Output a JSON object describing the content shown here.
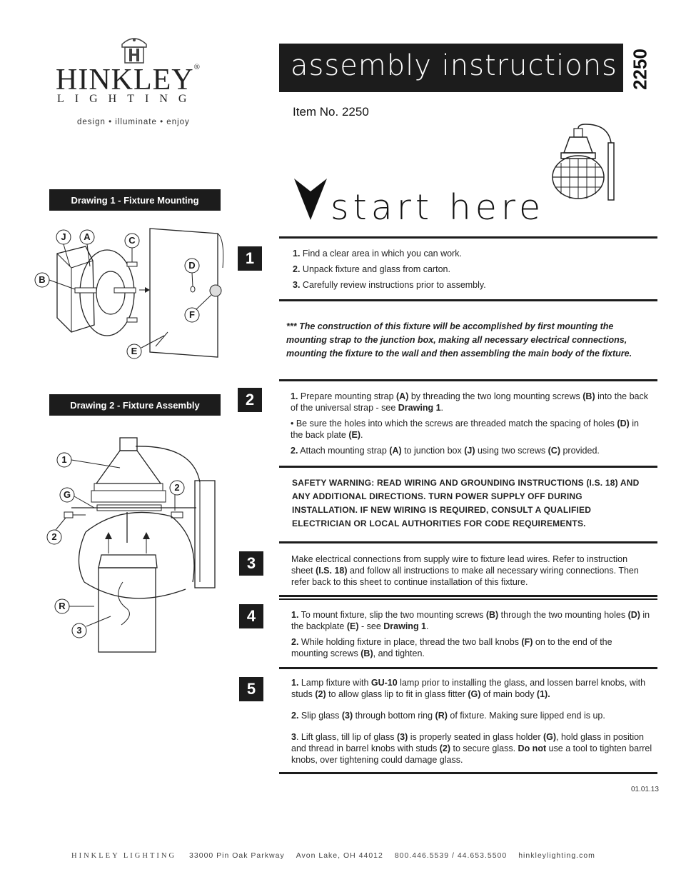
{
  "logo": {
    "name": "HINKLEY",
    "registered": "®",
    "sub": "LIGHTING",
    "tagline": "design • illuminate • enjoy"
  },
  "header": {
    "title": "assembly instructions",
    "item_vertical": "2250",
    "item_no": "Item No. 2250",
    "start_here": "start here"
  },
  "drawings": {
    "d1_label": "Drawing 1 - Fixture Mounting",
    "d2_label": "Drawing 2 - Fixture Assembly",
    "d1_callouts": [
      "J",
      "A",
      "C",
      "B",
      "D",
      "F",
      "E"
    ],
    "d2_callouts": [
      "1",
      "G",
      "2",
      "2",
      "R",
      "3"
    ]
  },
  "steps": {
    "s1": {
      "num": "1",
      "items": [
        {
          "n": "1.",
          "t": " Find a clear area in which you can work."
        },
        {
          "n": "2.",
          "t": " Unpack fixture and glass from carton."
        },
        {
          "n": "3.",
          "t": " Carefully review instructions prior to assembly."
        }
      ]
    },
    "note": "*** The construction of this fixture will be accomplished by first mounting the mounting strap to the junction box, making all necessary electrical connections, mounting the fixture to the wall and then assembling the main body of the fixture.",
    "s2": {
      "num": "2",
      "p1": [
        {
          "b": "1.",
          "t": " Prepare mounting strap "
        },
        {
          "b": "(A)",
          "t": " by threading the two long mounting screws "
        },
        {
          "b": "(B)",
          "t": " into the back of the universal strap - see "
        },
        {
          "b": "Drawing 1",
          "t": "."
        }
      ],
      "p2": [
        {
          "b": "",
          "t": "• Be sure the holes into which the screws are threaded match the spacing of holes "
        },
        {
          "b": "(D)",
          "t": " in the back plate "
        },
        {
          "b": "(E)",
          "t": "."
        }
      ],
      "p3": [
        {
          "b": "2.",
          "t": " Attach mounting strap "
        },
        {
          "b": "(A)",
          "t": " to junction box "
        },
        {
          "b": "(J)",
          "t": " using two screws "
        },
        {
          "b": "(C)",
          "t": " provided."
        }
      ]
    },
    "warning": "SAFETY WARNING: READ WIRING AND GROUNDING INSTRUCTIONS (I.S. 18) AND ANY ADDITIONAL DIRECTIONS. TURN POWER SUPPLY OFF DURING INSTALLATION. IF NEW WIRING IS REQUIRED, CONSULT A QUALIFIED ELECTRICIAN OR LOCAL AUTHORITIES FOR CODE REQUIREMENTS.",
    "s3": {
      "num": "3",
      "p1": [
        {
          "b": "",
          "t": "Make electrical connections from supply wire to fixture lead wires. Refer to instruction sheet "
        },
        {
          "b": "(I.S. 18)",
          "t": " and follow all instructions to make all necessary wiring connections. Then refer back to this sheet to continue installation of this fixture."
        }
      ]
    },
    "s4": {
      "num": "4",
      "p1": [
        {
          "b": "1.",
          "t": " To mount fixture, slip the two mounting screws "
        },
        {
          "b": "(B)",
          "t": " through the two mounting holes "
        },
        {
          "b": "(D)",
          "t": " in the backplate "
        },
        {
          "b": "(E)",
          "t": " - see "
        },
        {
          "b": "Drawing 1",
          "t": "."
        }
      ],
      "p2": [
        {
          "b": "2.",
          "t": " While holding fixture in place, thread the two ball knobs "
        },
        {
          "b": "(F)",
          "t": " on to the end of the mounting screws "
        },
        {
          "b": "(B)",
          "t": ", and tighten."
        }
      ]
    },
    "s5": {
      "num": "5",
      "p1": [
        {
          "b": "1.",
          "t": " Lamp fixture with "
        },
        {
          "b": "GU-10",
          "t": " lamp prior to installing the glass, and lossen barrel knobs, with studs "
        },
        {
          "b": "(2)",
          "t": " to allow glass lip to fit in glass fitter "
        },
        {
          "b": "(G)",
          "t": " of main body "
        },
        {
          "b": "(1).",
          "t": ""
        }
      ],
      "p2": [
        {
          "b": "2.",
          "t": " Slip glass "
        },
        {
          "b": "(3)",
          "t": " through bottom ring "
        },
        {
          "b": "(R)",
          "t": " of fixture. Making sure lipped end is up."
        }
      ],
      "p3": [
        {
          "b": "3",
          "t": ". Lift glass, till lip of glass "
        },
        {
          "b": "(3)",
          "t": " is properly seated in glass holder "
        },
        {
          "b": "(G)",
          "t": ", hold glass in position and thread in barrel knobs with studs "
        },
        {
          "b": "(2)",
          "t": " to secure glass. "
        },
        {
          "b": "Do not",
          "t": " use a tool to tighten barrel knobs, over tightening could damage glass."
        }
      ]
    }
  },
  "date": "01.01.13",
  "footer": {
    "brand": "HINKLEY LIGHTING",
    "address": "33000 Pin Oak Parkway",
    "city": "Avon Lake, OH 44012",
    "phone": "800.446.5539 / 44.653.5500",
    "web": "hinkleylighting.com"
  }
}
